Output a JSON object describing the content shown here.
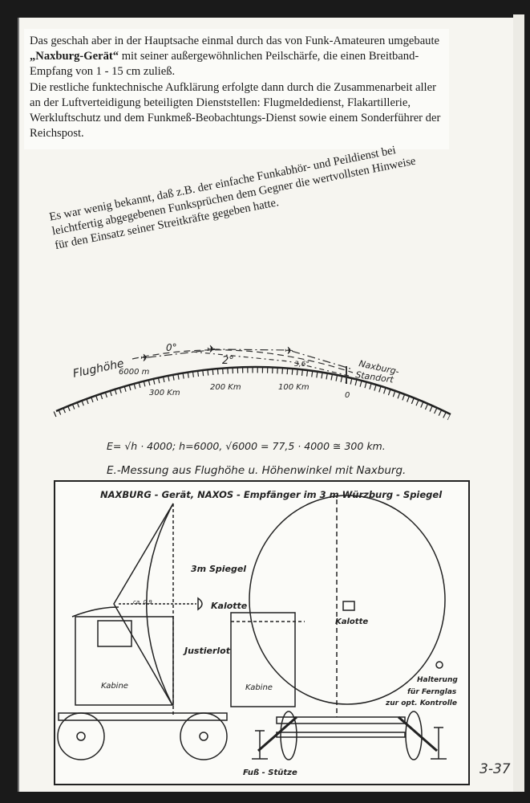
{
  "text": {
    "para1_a": "Das geschah aber in der Hauptsache einmal durch das von Funk-Amateuren umgebaute ",
    "para1_bold": "„Naxburg-Gerät“",
    "para1_b": " mit seiner außergewöhnlichen Peilschärfe, die einen Breitband-Empfang von 1 - 15 cm zuließ.",
    "para2": "Die restliche funktechnische Aufklärung erfolgte dann durch die Zusammenarbeit aller an der Luftverteidigung beteiligten Dienststellen: Flugmeldedienst, Flakartillerie, Werkluftschutz und dem Funkmeß-Beobachtungs-Dienst sowie einem Sonderführer der Reichspost.",
    "rotated_lines": [
      "Es war wenig bekannt, daß z.B. der einfache Funkabhör- und Peildienst bei",
      "leichtfertig abgegebenen Funksprüchen dem Gegner die wertvollsten Hinweise",
      "für den Einsatz seiner Streitkräfte gegeben hatte."
    ]
  },
  "range_diagram": {
    "label_flughoehe": "Flughöhe",
    "label_height": "6000 m",
    "angles": [
      "0°",
      "2°",
      "3,6°"
    ],
    "distances": [
      "300 Km",
      "200 Km",
      "100 Km",
      "0"
    ],
    "label_site": [
      "Naxburg-",
      "Standort"
    ],
    "formula": "E= √h · 4000;   h=6000,  √6000 = 77,5 · 4000 ≅ 300 km.",
    "caption": "E.-Messung aus Flughöhe u. Höhenwinkel mit Naxburg."
  },
  "device_diagram": {
    "title": "NAXBURG - Gerät,  NAXOS - Empfänger  im  3 m Würzburg - Spiegel",
    "mirror": "3m Spiegel",
    "distance": "ca. 0,9",
    "kalotte_left": "Kalotte",
    "kalotte_right": "Kalotte",
    "justierlot": "Justierlot",
    "kabine_left": "Kabine",
    "kabine_right": "Kabine",
    "halterung": [
      "Halterung",
      "für Fernglas",
      "zur opt. Kontrolle"
    ],
    "fuss": "Fuß - Stütze"
  },
  "page_number": "3-37"
}
